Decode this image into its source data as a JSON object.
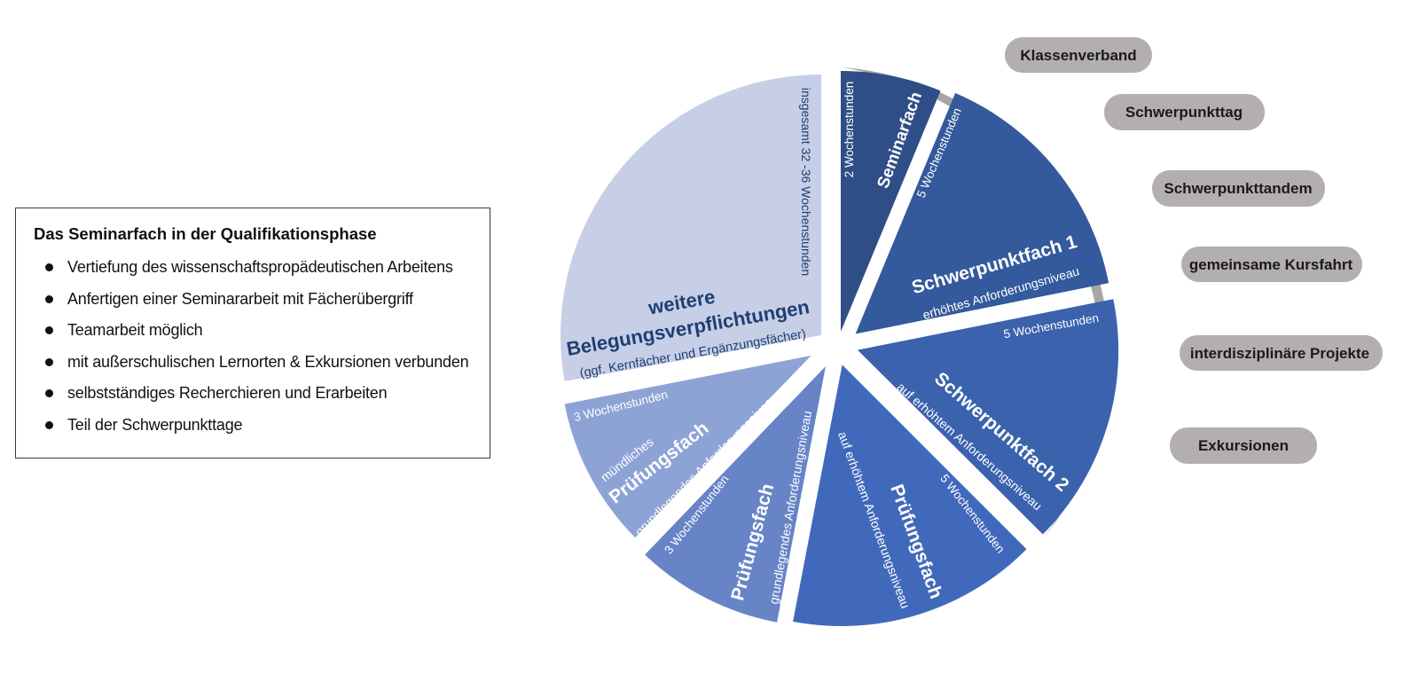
{
  "info": {
    "title": "Das Seminarfach in der Qualifikationsphase",
    "items": [
      "Vertiefung des wissenschaftspropädeutischen Arbeitens",
      "Anfertigen einer Seminararbeit mit Fächerübergriff",
      "Teamarbeit möglich",
      "mit außerschulischen Lernorten & Exkursionen verbunden",
      "selbstständiges Recherchieren und Erarbeiten",
      "Teil der Schwerpunkttage"
    ]
  },
  "colors": {
    "seminarfach": "#2f4e87",
    "schwerpunktfach1": "#34599c",
    "schwerpunktfach2": "#3b62ad",
    "pruefungsfach_erhoeht": "#4169bb",
    "pruefungsfach_grundlegend": "#6684c6",
    "pruefungsfach_muendlich": "#8ea3d5",
    "weitere": "#c6cfe6",
    "weitere_text": "#1f3e73",
    "ring": "#a8a5a4",
    "pill": "#b2afae"
  },
  "segments": {
    "seminarfach": {
      "hours": "2 Wochenstunden",
      "name": "Seminarfach"
    },
    "schwerpunktfach1": {
      "hours": "5 Wochenstunden",
      "name": "Schwerpunktfach 1",
      "level": "erhöhtes Anforderungsniveau"
    },
    "schwerpunktfach2": {
      "hours": "5 Wochenstunden",
      "name": "Schwerpunktfach 2",
      "level": "auf erhöhtem Anforderungsniveau"
    },
    "pruefungsfach_erhoeht": {
      "hours": "5 Wochenstunden",
      "name": "Prüfungsfach",
      "level": "auf erhöhtem Anforderungsniveau"
    },
    "pruefungsfach_grundlegend": {
      "hours": "3 Wochenstunden",
      "name": "Prüfungsfach",
      "level": "grundlegendes Anforderungsniveau"
    },
    "pruefungsfach_muendlich": {
      "hours": "3 Wochenstunden",
      "prefix": "mündliches",
      "name": "Prüfungsfach",
      "level": "grundlegendes Anforderungsniveau"
    },
    "weitere": {
      "line1": "weitere",
      "line2": "Belegungsverpflichtungen",
      "line3": "(ggf. Kernfächer und Ergänzungsfächer)",
      "total": "insgesamt 32 -36 Wochenstunden"
    }
  },
  "pills": [
    "Klassenverband",
    "Schwerpunkttag",
    "Schwerpunkttandem",
    "gemeinsame Kursfahrt",
    "interdisziplinäre Projekte",
    "Exkursionen"
  ]
}
